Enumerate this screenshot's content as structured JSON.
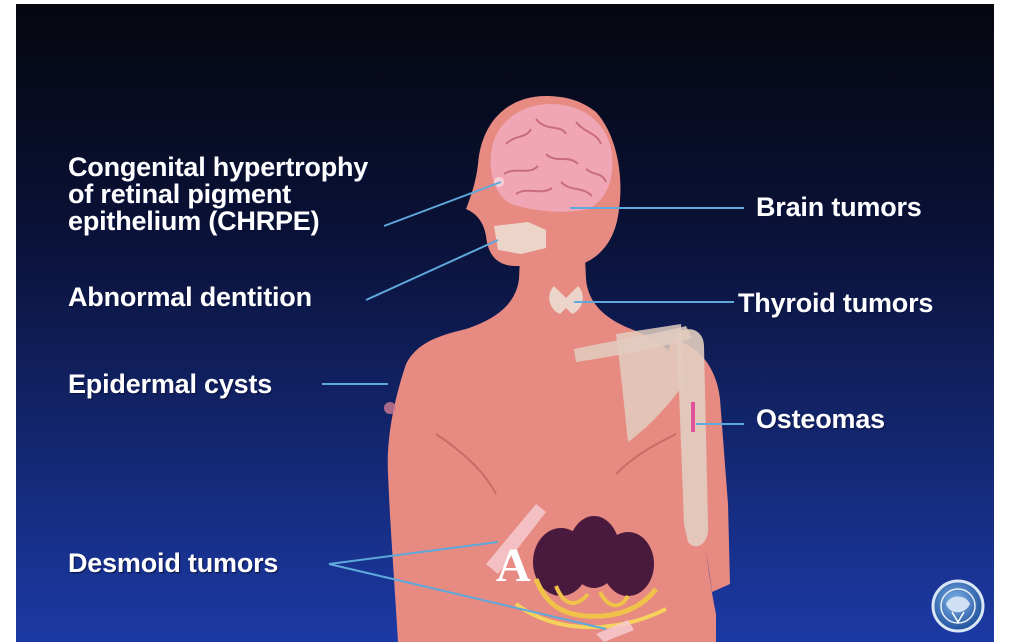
{
  "labels": {
    "chrpe": [
      "Congenital hypertrophy",
      "of retinal pigment",
      "epithelium (CHRPE)"
    ],
    "dentition": "Abnormal dentition",
    "epidermal": "Epidermal cysts",
    "desmoid": "Desmoid tumors",
    "brain": "Brain tumors",
    "thyroid": "Thyroid tumors",
    "osteomas": "Osteomas"
  },
  "letter_marker": "A",
  "colors": {
    "background_top": "#06070f",
    "background_bottom": "#1c3aa5",
    "body": "#e68a82",
    "bone": "#e8d2c0",
    "brain": "#f0a6b4",
    "leader_line": "#5fa8dc",
    "text": "#ffffff"
  },
  "icons": [
    "logo-emblem-icon"
  ]
}
